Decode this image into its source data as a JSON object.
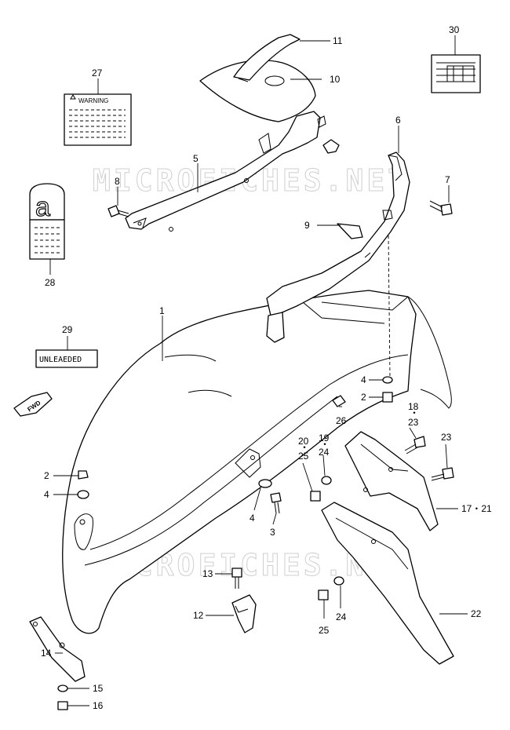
{
  "diagram": {
    "callouts": [
      {
        "id": "c1",
        "text": "1"
      },
      {
        "id": "c2a",
        "text": "2"
      },
      {
        "id": "c2b",
        "text": "2"
      },
      {
        "id": "c3",
        "text": "3"
      },
      {
        "id": "c4a",
        "text": "4"
      },
      {
        "id": "c4b",
        "text": "4"
      },
      {
        "id": "c4c",
        "text": "4"
      },
      {
        "id": "c5",
        "text": "5"
      },
      {
        "id": "c6",
        "text": "6"
      },
      {
        "id": "c7",
        "text": "7"
      },
      {
        "id": "c8",
        "text": "8"
      },
      {
        "id": "c9",
        "text": "9"
      },
      {
        "id": "c10",
        "text": "10"
      },
      {
        "id": "c11",
        "text": "11"
      },
      {
        "id": "c12",
        "text": "12"
      },
      {
        "id": "c13",
        "text": "13"
      },
      {
        "id": "c14",
        "text": "14"
      },
      {
        "id": "c15",
        "text": "15"
      },
      {
        "id": "c16",
        "text": "16"
      },
      {
        "id": "c17",
        "text": "17・21"
      },
      {
        "id": "c18",
        "text": "18"
      },
      {
        "id": "c18dot",
        "text": "・"
      },
      {
        "id": "c23a",
        "text": "23"
      },
      {
        "id": "c19",
        "text": "19"
      },
      {
        "id": "c19dot",
        "text": "・"
      },
      {
        "id": "c24a",
        "text": "24"
      },
      {
        "id": "c20",
        "text": "20"
      },
      {
        "id": "c20dot",
        "text": "・"
      },
      {
        "id": "c25a",
        "text": "25"
      },
      {
        "id": "c23b",
        "text": "23"
      },
      {
        "id": "c22",
        "text": "22"
      },
      {
        "id": "c24b",
        "text": "24"
      },
      {
        "id": "c25b",
        "text": "25"
      },
      {
        "id": "c26",
        "text": "26"
      },
      {
        "id": "c27",
        "text": "27"
      },
      {
        "id": "c28",
        "text": "28"
      },
      {
        "id": "c29",
        "text": "29"
      },
      {
        "id": "c30",
        "text": "30"
      }
    ],
    "warning_label_text": "WARNING",
    "unleaded_label_text": "UNLEAEDED",
    "fwd_arrow_text": "FWD",
    "sticker_letter": "a",
    "watermark_text": "MICROFICHES.NET"
  }
}
